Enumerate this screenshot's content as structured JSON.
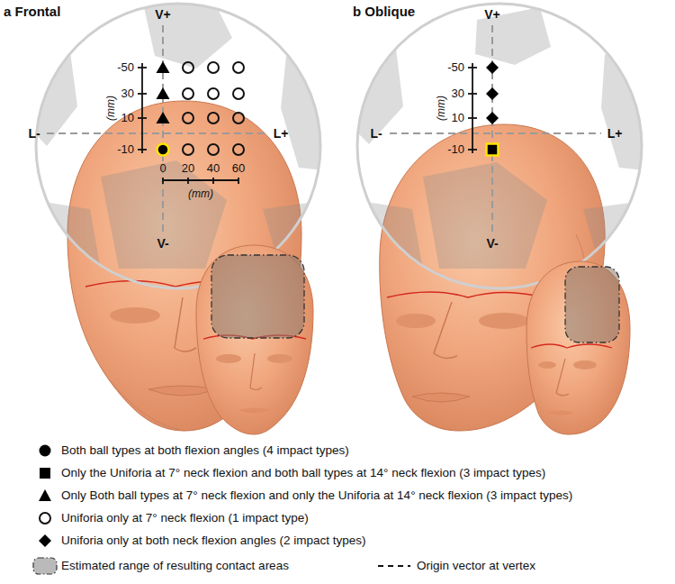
{
  "diagram": {
    "labels": [
      "a Frontal",
      "V+",
      "V-",
      "L-",
      "L+",
      "-50",
      "30",
      "10",
      "-10",
      "(mm)",
      "0",
      "20",
      "40",
      "60",
      "(mm)",
      "b Oblique",
      "V+",
      "V-",
      "L-",
      "L+",
      "-50",
      "30",
      "10",
      "-10",
      "(mm)"
    ],
    "legend": [
      {
        "text": "Both ball types at both flexion angles (4 impact types)"
      },
      {
        "text": "Only the Uniforia at 7° neck flexion and both ball types at 14° neck flexion (3 impact types)"
      },
      {
        "text": "Only Both ball types at 7° neck flexion and only the Uniforia at 14° neck flexion (3 impact types)"
      },
      {
        "text": "Uniforia only at 7° neck flexion (1 impact type)"
      },
      {
        "text": "Uniforia only at both neck flexion angles (2 impact types)"
      },
      {
        "text": "Estimated range of resulting contact areas"
      },
      {
        "text": "Origin vector at vertex"
      }
    ]
  }
}
